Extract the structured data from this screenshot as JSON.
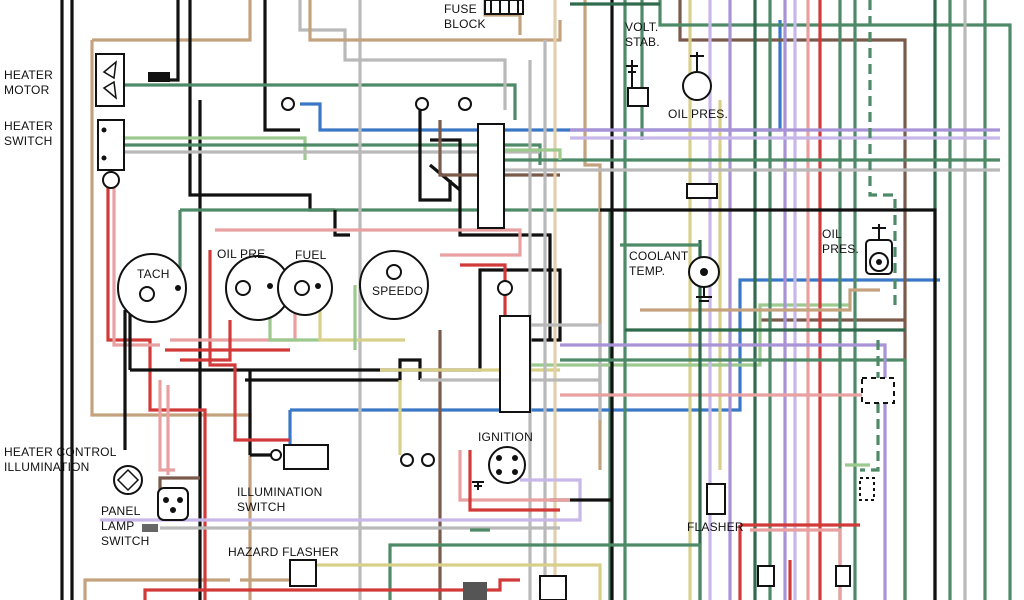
{
  "labels": {
    "fuse_block": [
      "FUSE",
      "BLOCK"
    ],
    "volt_stab": [
      "VOLT.",
      "STAB."
    ],
    "heater_motor": [
      "HEATER",
      "MOTOR"
    ],
    "heater_switch": [
      "HEATER",
      "SWITCH"
    ],
    "oil_pres_gauge_sender": "OIL PRES.",
    "oil_pres_switch": [
      "OIL",
      "PRES."
    ],
    "tach": "TACH",
    "oil_pre": "OIL PRE",
    "fuel": "FUEL",
    "speedo": "SPEEDO",
    "coolant_temp": [
      "COOLANT",
      "TEMP."
    ],
    "ignition": "IGNITION",
    "heater_control_illumination": [
      "HEATER CONTROL",
      "ILLUMINATION"
    ],
    "panel_lamp_switch": [
      "PANEL",
      "LAMP",
      "SWITCH"
    ],
    "illumination_switch": [
      "ILLUMINATION",
      "SWITCH"
    ],
    "flasher": "FLASHER",
    "hazard_flasher": "HAZARD FLASHER"
  },
  "wire_colors": {
    "black": "#111111",
    "tan": "#c4a27e",
    "green": "#4e8a67",
    "dark_green": "#2f6b4c",
    "red": "#d23a3a",
    "pink": "#e8a0a0",
    "blue": "#3a78c7",
    "light_blue": "#8ab8e0",
    "purple": "#a893d6",
    "lavender": "#c8b8ea",
    "brown": "#7a5a4a",
    "white": "#ffffff",
    "grey": "#b9b9b9",
    "light_green": "#9cc98d",
    "yellow": "#d8d08a",
    "light_tan": "#e2cfae"
  }
}
